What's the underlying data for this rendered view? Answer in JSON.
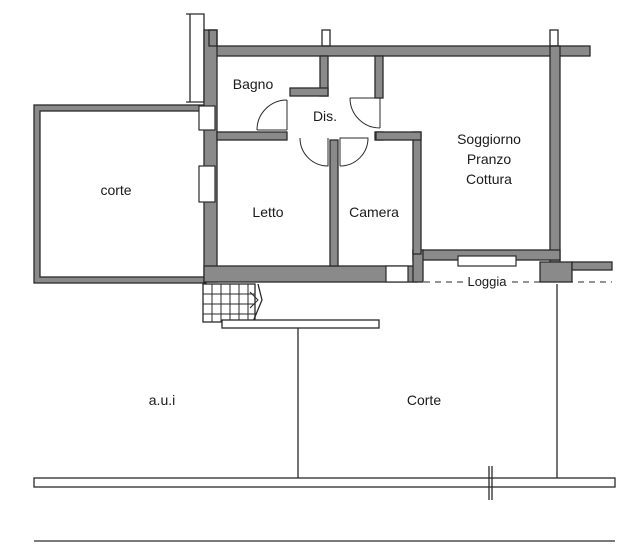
{
  "labels": {
    "bagno": "Bagno",
    "dis": "Dis.",
    "soggiorno": "Soggiorno",
    "pranzo": "Pranzo",
    "cottura": "Cottura",
    "corte_small": "corte",
    "letto": "Letto",
    "camera": "Camera",
    "loggia": "Loggia",
    "aui": "a.u.i",
    "corte_large": "Corte"
  },
  "colors": {
    "wall_fill": "#8a8a8a",
    "line": "#2a2a2a",
    "background": "#ffffff"
  }
}
